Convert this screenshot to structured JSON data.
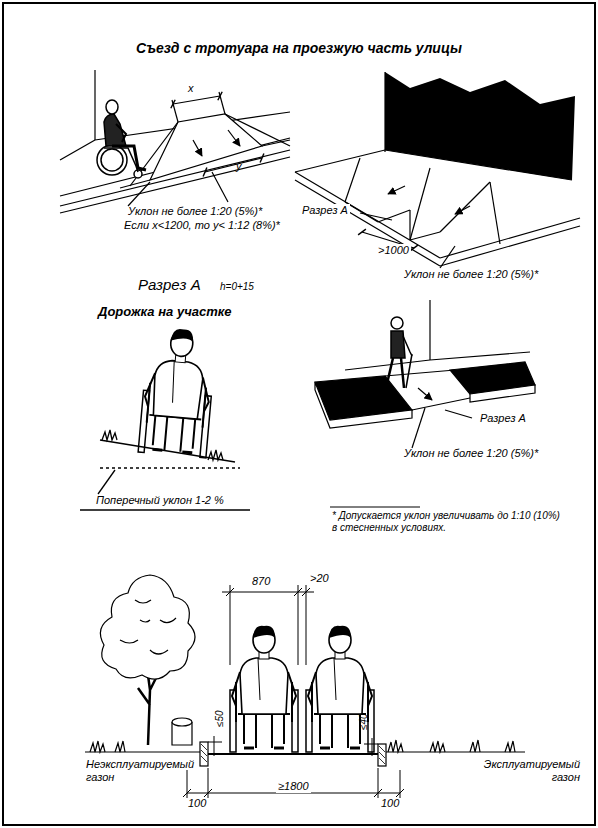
{
  "diagram": {
    "title": "Съезд с тротуара на проезжую часть улицы",
    "labels": [
      "x",
      "y",
      "Уклон не более 1:20 (5%)*",
      "Если x<1200, то y< 1:12 (8%)*",
      "Разрез А",
      ">1000",
      "Уклон не более 1:20 (5%)*",
      "Разрез А",
      "h=0+15",
      "Дорожка на участке",
      "Поперечный уклон 1-2 %",
      "Разрез А",
      "Уклон не более 1:20 (5%)*",
      "* Допускается уклон увеличивать до 1:10 (10%) в стесненных условиях.",
      "870",
      ">20",
      "≤50",
      "≤40",
      "100",
      "≥1800",
      "100",
      "Неэксплуатируемый газон",
      "Эксплуатируемый газон"
    ]
  }
}
